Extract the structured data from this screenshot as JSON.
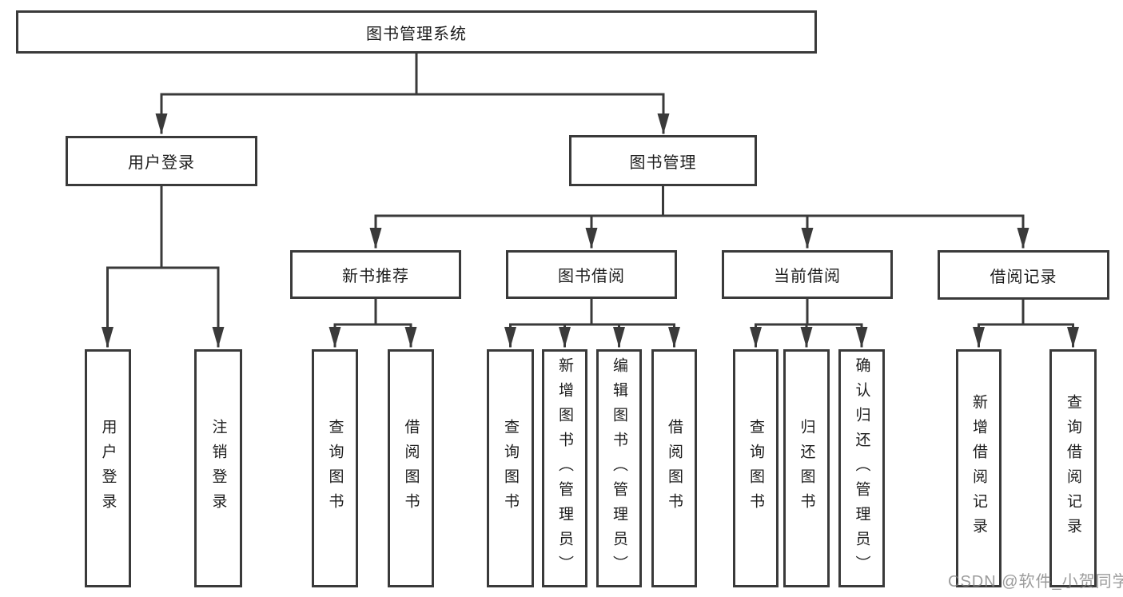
{
  "diagram": {
    "title": "图书管理系统",
    "branches": [
      {
        "label": "用户登录",
        "children": [
          "用户登录",
          "注销登录"
        ]
      },
      {
        "label": "图书管理",
        "sections": [
          {
            "label": "新书推荐",
            "leaves": [
              "查询图书",
              "借阅图书"
            ]
          },
          {
            "label": "图书借阅",
            "leaves": [
              "查询图书",
              "新增图书（管理员）",
              "编辑图书（管理员）",
              "借阅图书"
            ]
          },
          {
            "label": "当前借阅",
            "leaves": [
              "查询图书",
              "归还图书",
              "确认归还（管理员）"
            ]
          },
          {
            "label": "借阅记录",
            "leaves": [
              "新增借阅记录",
              "查询借阅记录"
            ]
          }
        ]
      }
    ]
  },
  "colors": {
    "line": "#3a3a3a",
    "text": "#1d1d1d",
    "background": "#ffffff"
  },
  "watermark": "CSDN @软件_小贺同学"
}
